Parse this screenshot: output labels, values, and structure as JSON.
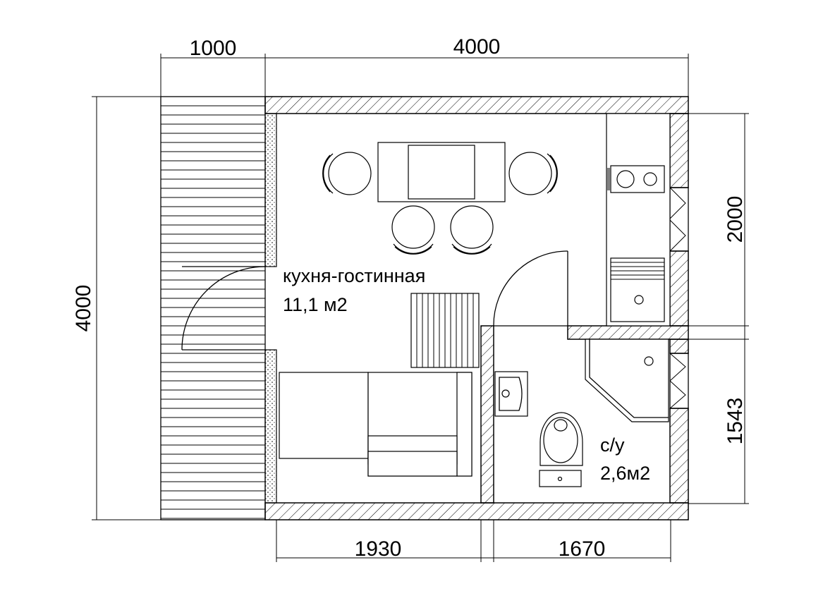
{
  "dimensions": {
    "terrace_width": "1000",
    "house_width": "4000",
    "total_height": "4000",
    "kitchen_block_height": "2000",
    "bathroom_height": "1543",
    "living_width": "1930",
    "bathroom_width": "1670"
  },
  "rooms": {
    "living": {
      "name": "кухня-гостинная",
      "area": "11,1 м2"
    },
    "bathroom": {
      "name": "с/у",
      "area": "2,6м2"
    }
  }
}
